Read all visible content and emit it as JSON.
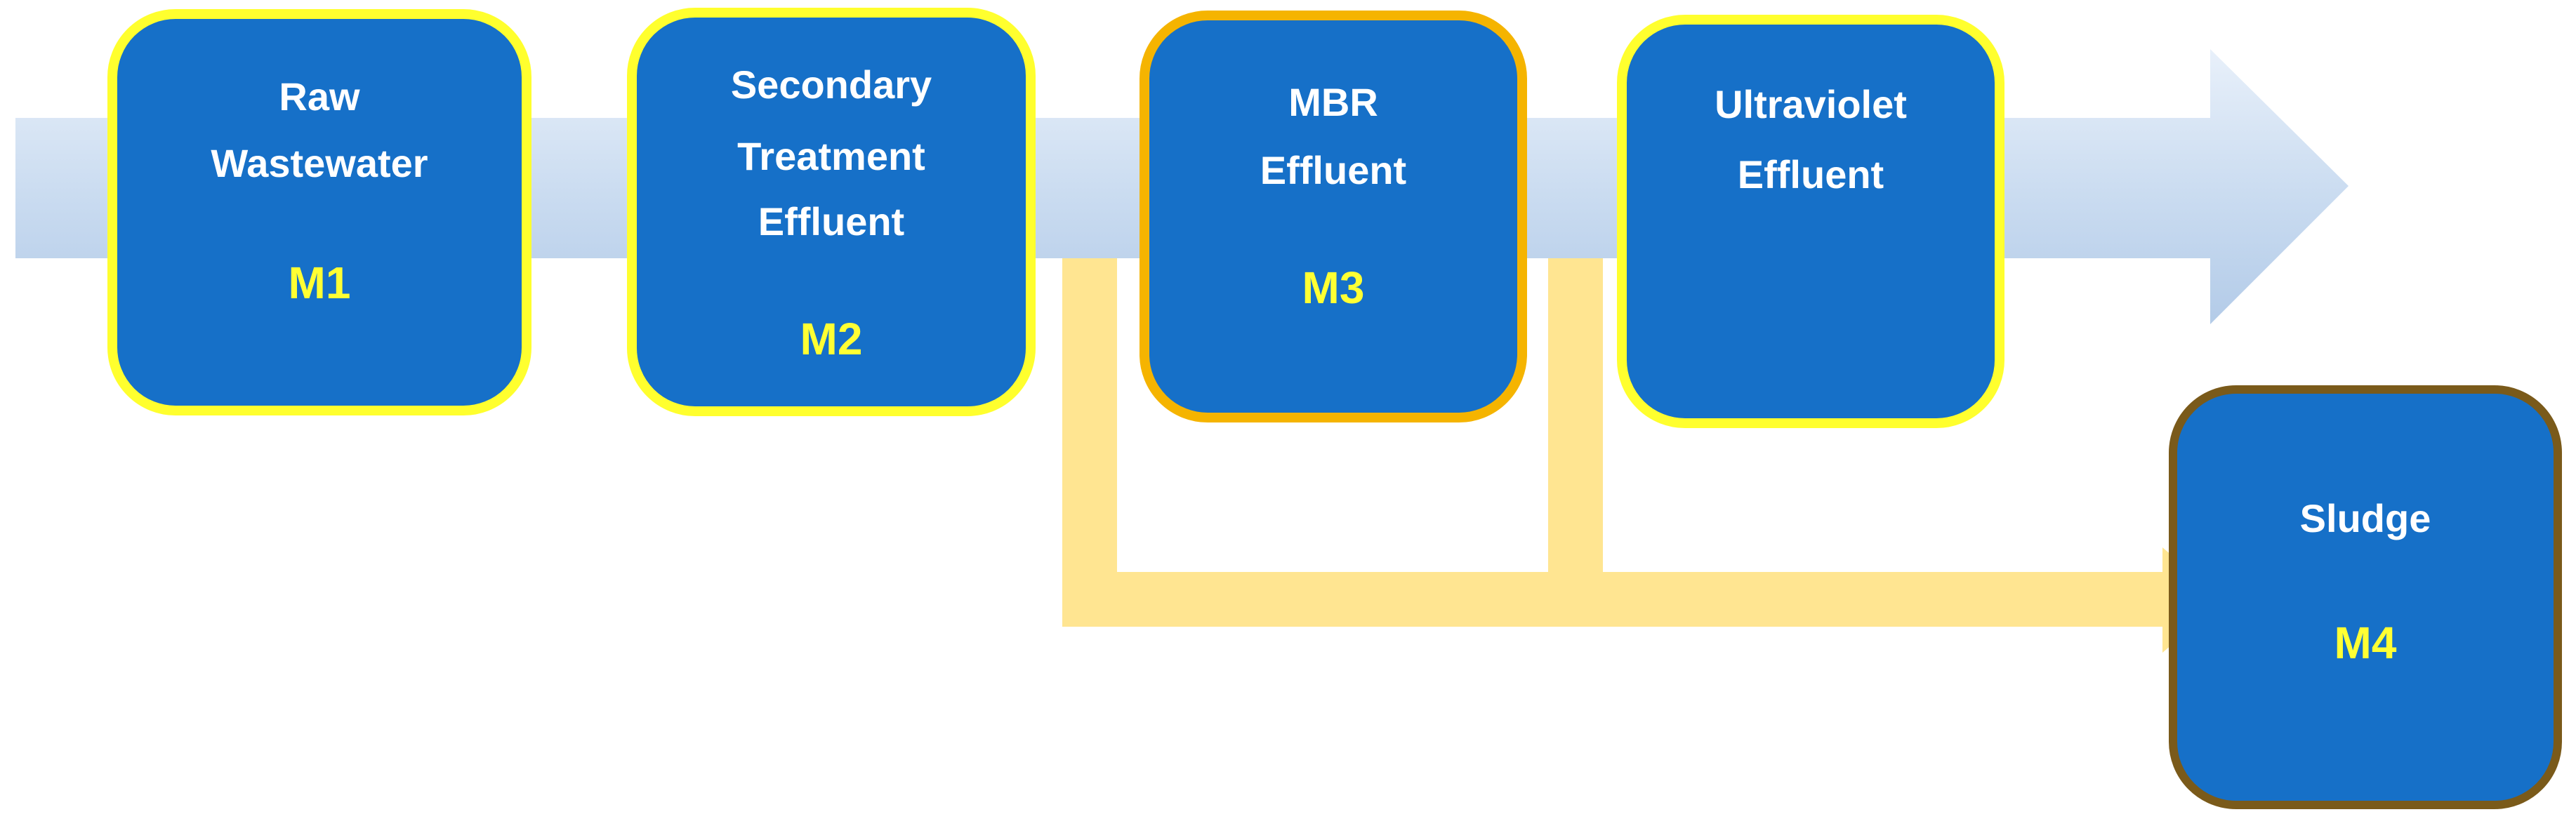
{
  "colors": {
    "box_fill": "#1670C8",
    "label_text": "#FFFFFF",
    "code_text": "#FFFF33",
    "border_yellow": "#FFFF2E",
    "border_orange": "#F5B400",
    "border_brown": "#7A5A1A",
    "main_flow_arrow": "#C8DAF0",
    "sludge_flow_arrow": "#FFE591"
  },
  "stages": [
    {
      "id": "raw-wastewater",
      "label_lines": [
        "Raw",
        "Wastewater"
      ],
      "code": "M1",
      "border": "yellow"
    },
    {
      "id": "secondary-treatment-effluent",
      "label_lines": [
        "Secondary",
        "Treatment",
        "Effluent"
      ],
      "code": "M2",
      "border": "yellow"
    },
    {
      "id": "mbr-effluent",
      "label_lines": [
        "MBR",
        "Effluent"
      ],
      "code": "M3",
      "border": "orange"
    },
    {
      "id": "ultraviolet-effluent",
      "label_lines": [
        "Ultraviolet",
        "Effluent"
      ],
      "code": "",
      "border": "yellow"
    },
    {
      "id": "sludge",
      "label_lines": [
        "Sludge"
      ],
      "code": "M4",
      "border": "brown"
    }
  ]
}
